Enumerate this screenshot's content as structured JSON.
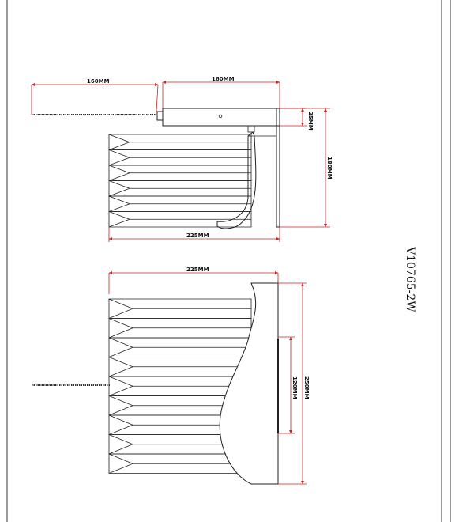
{
  "model_code": "V10765-2W",
  "side_view": {
    "dim_cord": "160MM",
    "dim_bracket": "160MM",
    "dim_plate": "25MM",
    "dim_height": "180MM",
    "dim_width": "225MM"
  },
  "front_view": {
    "dim_width": "225MM",
    "dim_inner": "120MM",
    "dim_height": "250MM"
  },
  "colors": {
    "dimension": "#cc2222",
    "outline": "#222222"
  }
}
